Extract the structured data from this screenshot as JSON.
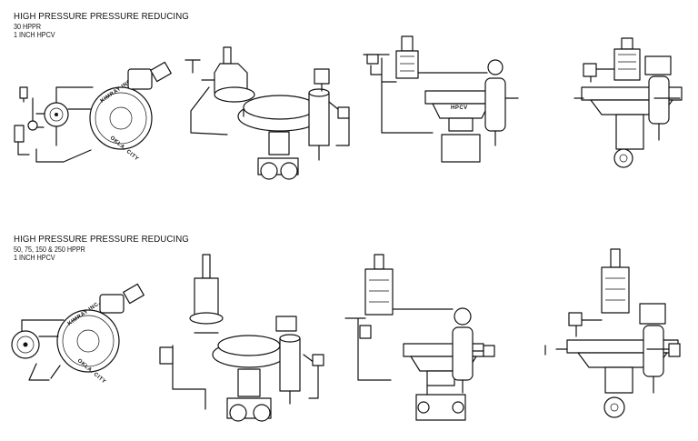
{
  "sections": [
    {
      "title": "HIGH PRESSURE PRESSURE REDUCING",
      "subtitle_1": "30 HPPR",
      "subtitle_2": "1 INCH HPCV"
    },
    {
      "title": "HIGH PRESSURE PRESSURE REDUCING",
      "subtitle_1": "50, 75, 150 & 250 HPPR",
      "subtitle_2": "1 INCH HPCV"
    }
  ],
  "stamps": {
    "brand_top": "KIMRAY INC.",
    "city_top": "OKLA. CITY",
    "brand_bottom": "KIMRAY INC.",
    "city_bottom": "OKLA. CITY",
    "hpcv_label": "HPCV"
  }
}
